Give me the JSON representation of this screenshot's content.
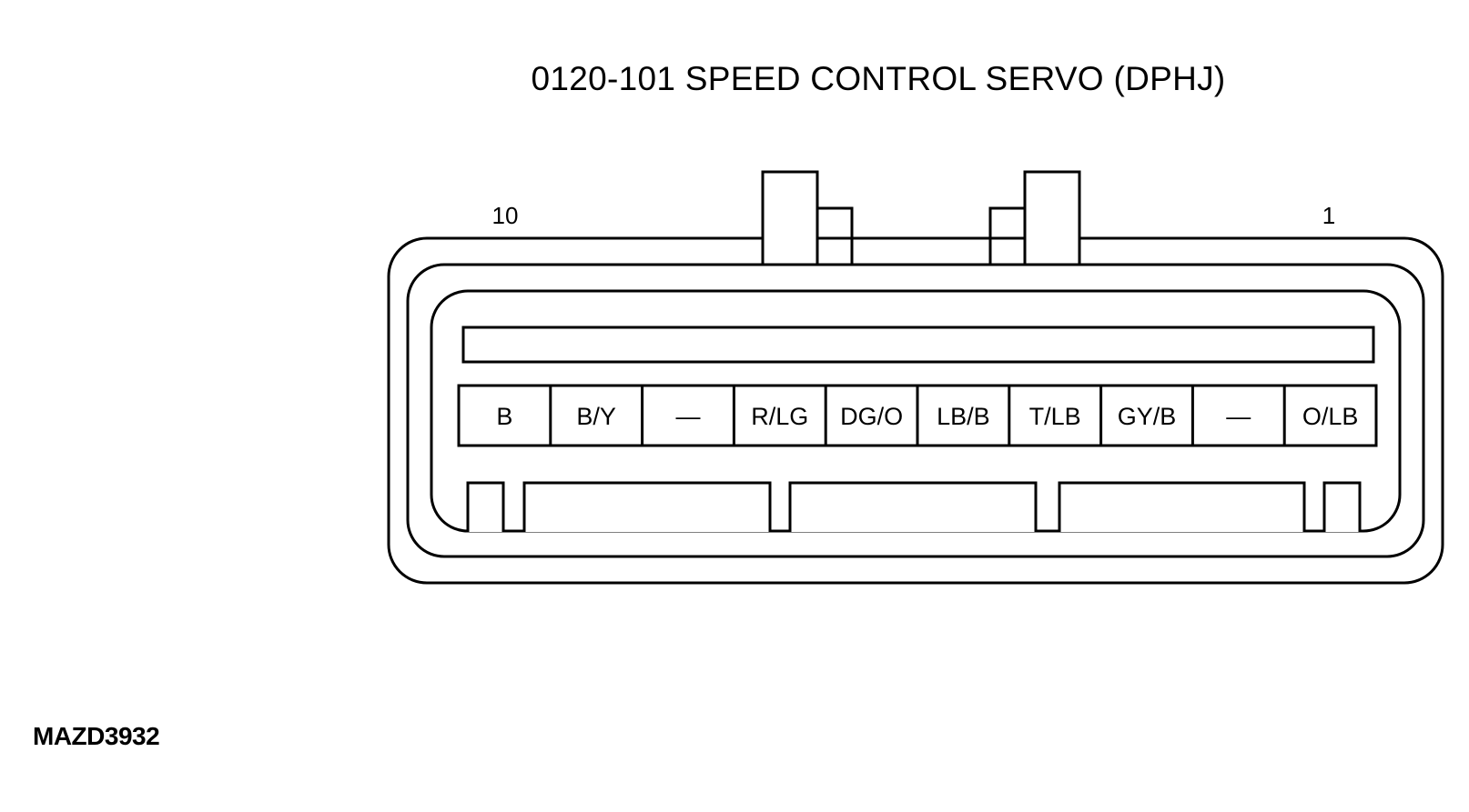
{
  "title": "0120-101 SPEED CONTROL SERVO (DPHJ)",
  "figure_id": "MAZD3932",
  "connector": {
    "pin_first_label": "10",
    "pin_last_label": "1",
    "pins": [
      "B",
      "B/Y",
      "—",
      "R/LG",
      "DG/O",
      "LB/B",
      "T/LB",
      "GY/B",
      "—",
      "O/LB"
    ]
  }
}
